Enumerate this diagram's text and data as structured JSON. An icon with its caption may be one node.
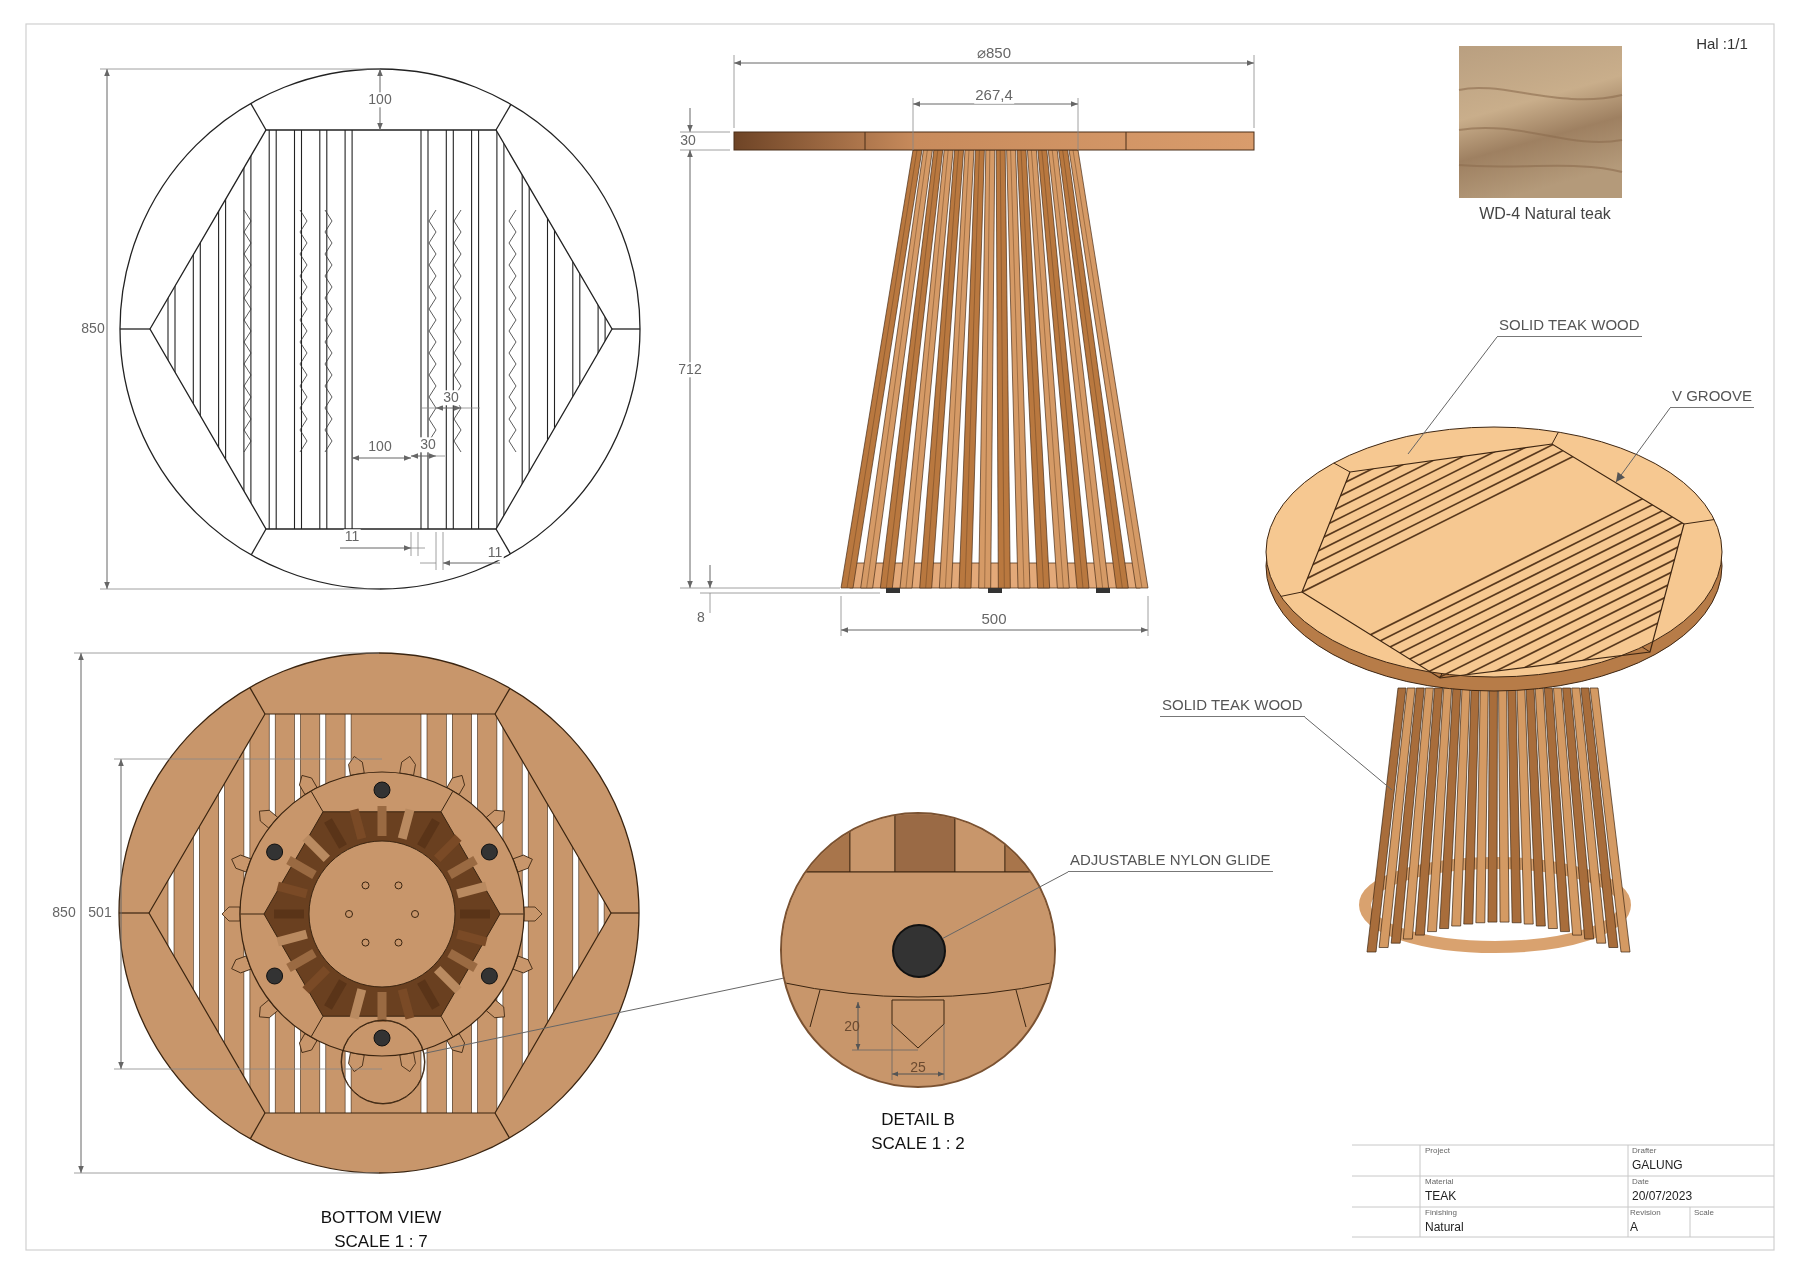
{
  "diagram": {
    "nodes": [
      {
        "text": [
          "SOLID TEAK WOOD"
        ]
      },
      {
        "text": [
          "V GROOVE"
        ]
      },
      {
        "text": [
          "SOLID TEAK WOOD"
        ]
      },
      {
        "text": [
          "ADJUSTABLE NYLON GLIDE"
        ]
      },
      {
        "text": [],
        "shape": "circle"
      },
      {
        "text": [],
        "shape": "circle"
      },
      {
        "text": [],
        "shape": "circle",
        "in": 5
      }
    ],
    "edges": [
      {
        "from": 0,
        "to": null,
        "arrow": "none"
      },
      {
        "from": 1,
        "to": null,
        "arrow": "to"
      },
      {
        "from": 2,
        "to": null,
        "arrow": "none"
      },
      {
        "from": 3,
        "to": 6,
        "arrow": "none"
      },
      {
        "from": 4,
        "to": 5,
        "arrow": "none"
      }
    ],
    "labels": [
      "Hal :1/1",
      "100",
      "850",
      "30",
      "100",
      "30",
      "11",
      "11",
      "⌀850",
      "267,4",
      "30",
      "712",
      "8",
      "500",
      "WD-4 Natural teak",
      "850",
      "501",
      "20",
      "25",
      "DETAIL B",
      "SCALE 1 : 2",
      "BOTTOM VIEW",
      "SCALE 1 : 7",
      "Project",
      "Drafter",
      "GALUNG",
      "Material",
      "TEAK",
      "Date",
      "20/07/2023",
      "Finishing",
      "Natural",
      "Revision",
      "A",
      "Scale"
    ]
  }
}
